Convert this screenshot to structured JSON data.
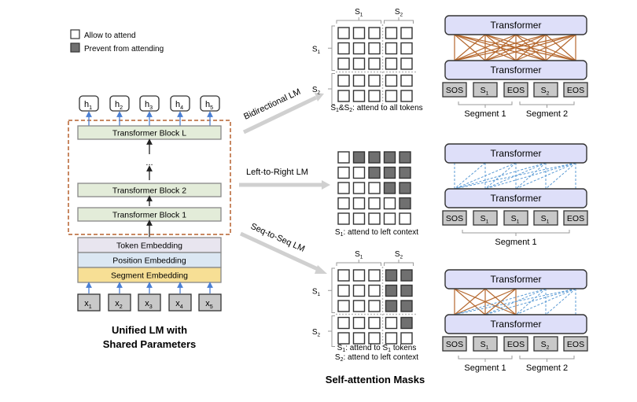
{
  "legend": {
    "allow": "Allow to attend",
    "prevent": "Prevent from attending"
  },
  "colors": {
    "dashed_border": "#b5602f",
    "transformer_block": "#e3ecd9",
    "token_emb": "#e8e5ef",
    "position_emb": "#dbe7f3",
    "segment_emb": "#f7df95",
    "transformer_wide": "#dedff9",
    "token_box": "#c8c8c8",
    "blocked": "#707070",
    "bidir_line": "#b5682e",
    "causal_line": "#5b9bd5",
    "arrow_blue": "#4a7fd4",
    "gray_arrow": "#d0d0d0"
  },
  "left": {
    "outputs": [
      {
        "base": "h",
        "sub": "1"
      },
      {
        "base": "h",
        "sub": "2"
      },
      {
        "base": "h",
        "sub": "3"
      },
      {
        "base": "h",
        "sub": "4"
      },
      {
        "base": "h",
        "sub": "5"
      }
    ],
    "blocks": [
      "Transformer Block L",
      "...",
      "Transformer Block 2",
      "Transformer Block 1"
    ],
    "embeddings": [
      "Token Embedding",
      "Position Embedding",
      "Segment Embedding"
    ],
    "inputs": [
      {
        "base": "x",
        "sub": "1"
      },
      {
        "base": "x",
        "sub": "2"
      },
      {
        "base": "x",
        "sub": "3"
      },
      {
        "base": "x",
        "sub": "4"
      },
      {
        "base": "x",
        "sub": "5"
      }
    ],
    "caption_line1": "Unified LM with",
    "caption_line2": "Shared Parameters"
  },
  "arrows": {
    "bidirectional": "Bidirectional LM",
    "left_to_right": "Left-to-Right LM",
    "seq_to_seq": "Seq-to-Seq LM"
  },
  "masks": {
    "caption": "Self-attention Masks",
    "seg_label_1": "S1",
    "seg_label_2": "S2",
    "bidirectional": {
      "matrix": [
        [
          0,
          0,
          0,
          0,
          0
        ],
        [
          0,
          0,
          0,
          0,
          0
        ],
        [
          0,
          0,
          0,
          0,
          0
        ],
        [
          0,
          0,
          0,
          0,
          0
        ],
        [
          0,
          0,
          0,
          0,
          0
        ]
      ],
      "desc": [
        {
          "pre": "S",
          "sub": "1",
          "post": "&S"
        },
        {
          "pre": "",
          "sub": "2",
          "post": ": attend to all tokens"
        }
      ]
    },
    "left_to_right": {
      "matrix": [
        [
          0,
          1,
          1,
          1,
          1
        ],
        [
          0,
          0,
          1,
          1,
          1
        ],
        [
          0,
          0,
          0,
          1,
          1
        ],
        [
          0,
          0,
          0,
          0,
          1
        ],
        [
          0,
          0,
          0,
          0,
          0
        ]
      ],
      "desc_line1": "S1: attend to left context"
    },
    "seq_to_seq": {
      "matrix": [
        [
          0,
          0,
          0,
          1,
          1
        ],
        [
          0,
          0,
          0,
          1,
          1
        ],
        [
          0,
          0,
          0,
          1,
          1
        ],
        [
          0,
          0,
          0,
          0,
          1
        ],
        [
          0,
          0,
          0,
          0,
          0
        ]
      ],
      "desc_line1": "S1: attend to S1 tokens",
      "desc_line2": "S2: attend to left context"
    }
  },
  "right": {
    "transformer_label": "Transformer",
    "panel1": {
      "tokens": [
        "SOS",
        "S1",
        "EOS",
        "S2",
        "EOS"
      ],
      "segments": [
        "Segment 1",
        "Segment 2"
      ]
    },
    "panel2": {
      "tokens": [
        "SOS",
        "S1",
        "S1",
        "S1",
        "EOS"
      ],
      "segments": [
        "Segment 1"
      ]
    },
    "panel3": {
      "tokens": [
        "SOS",
        "S1",
        "EOS",
        "S2",
        "EOS"
      ],
      "segments": [
        "Segment 1",
        "Segment 2"
      ]
    }
  }
}
